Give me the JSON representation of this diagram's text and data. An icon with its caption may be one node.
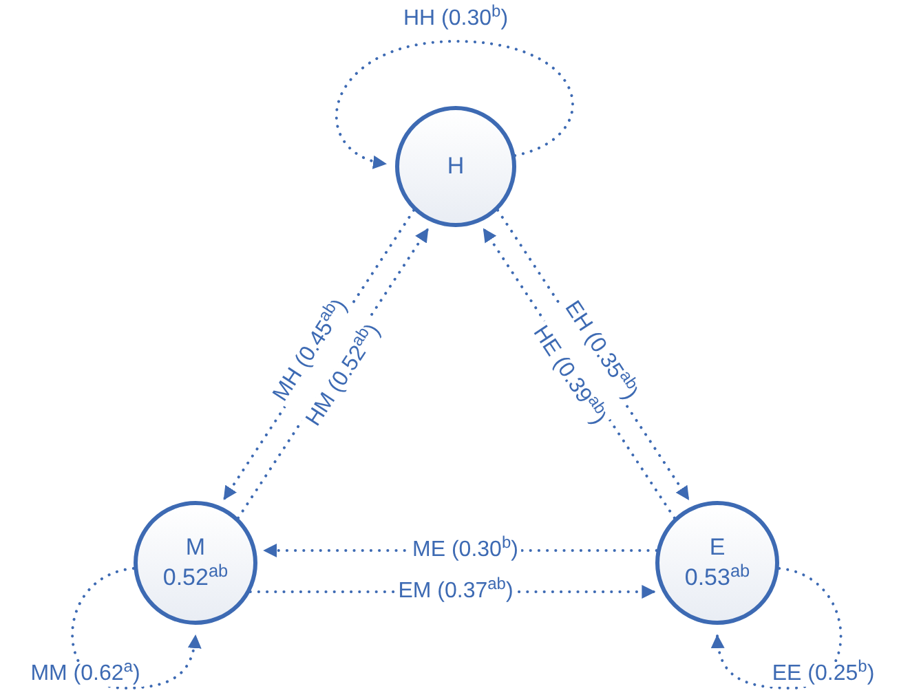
{
  "diagram": {
    "nodes": [
      {
        "text": [
          "H"
        ]
      },
      {
        "text": [
          "M",
          "0.52$^{ab}$"
        ]
      },
      {
        "text": [
          "E",
          "0.53$^{ab}$"
        ]
      }
    ],
    "edges": [
      {
        "from": 0,
        "to": 0,
        "arrow": "to",
        "label": "HH (0.30$^{b}$)"
      },
      {
        "from": 0,
        "to": 1,
        "arrow": "to",
        "label": "MH (0.45$^{ab}$)"
      },
      {
        "from": 1,
        "to": 0,
        "arrow": "to",
        "label": "HM (0.52$^{ab}$)"
      },
      {
        "from": 0,
        "to": 2,
        "arrow": "to",
        "label": "EH (0.35$^{ab}$)"
      },
      {
        "from": 2,
        "to": 0,
        "arrow": "to",
        "label": "HE (0.39$^{ab}$)"
      },
      {
        "from": 2,
        "to": 1,
        "arrow": "to",
        "label": "ME (0.30$^{b}$)"
      },
      {
        "from": 1,
        "to": 2,
        "arrow": "to",
        "label": "EM (0.37$^{ab}$)"
      },
      {
        "from": 1,
        "to": 1,
        "arrow": "to",
        "label": "MM (0.62$^{a}$)"
      },
      {
        "from": 2,
        "to": 2,
        "arrow": "to",
        "label": "EE (0.25$^{b}$)"
      }
    ]
  }
}
